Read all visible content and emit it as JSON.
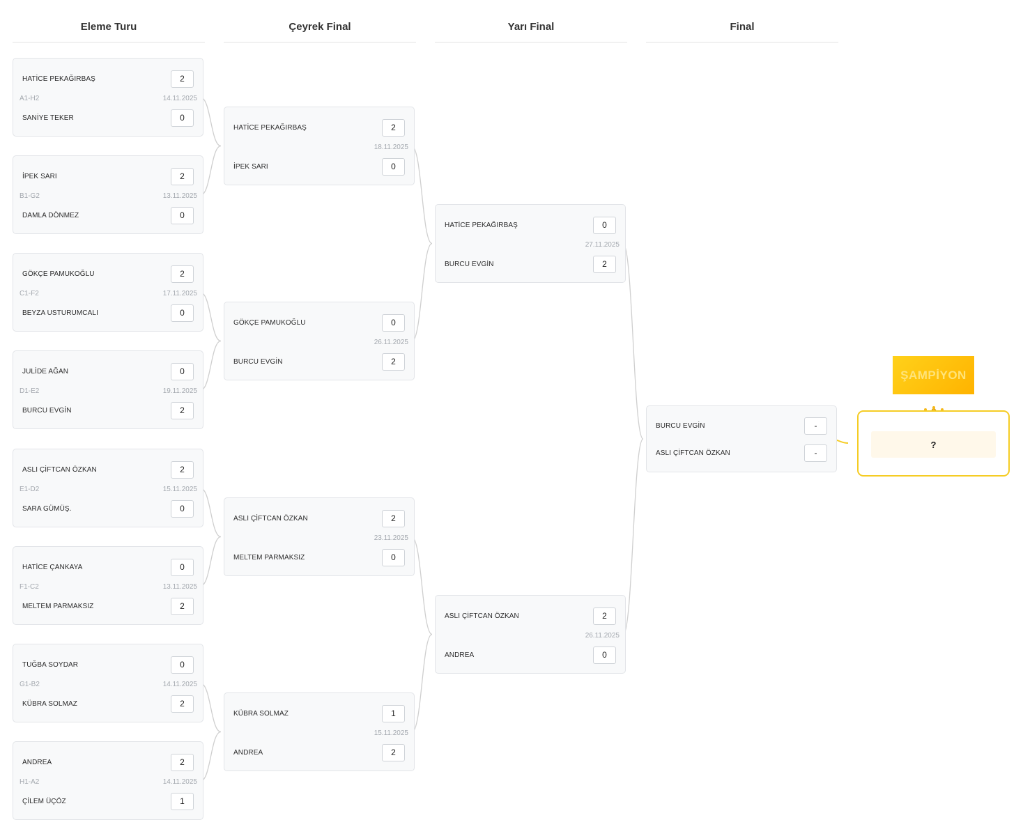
{
  "rounds": [
    "Eleme Turu",
    "Çeyrek Final",
    "Yarı Final",
    "Final"
  ],
  "matches": {
    "r1": [
      {
        "code": "A1-H2",
        "date": "14.11.2025",
        "p1": "HATİCE PEKAĞIRBAŞ",
        "s1": "2",
        "p2": "SANİYE TEKER",
        "s2": "0"
      },
      {
        "code": "B1-G2",
        "date": "13.11.2025",
        "p1": "İPEK SARI",
        "s1": "2",
        "p2": "DAMLA DÖNMEZ",
        "s2": "0"
      },
      {
        "code": "C1-F2",
        "date": "17.11.2025",
        "p1": "GÖKÇE PAMUKOĞLU",
        "s1": "2",
        "p2": "BEYZA USTURUMCALI",
        "s2": "0"
      },
      {
        "code": "D1-E2",
        "date": "19.11.2025",
        "p1": "JULİDE AĞAN",
        "s1": "0",
        "p2": "BURCU EVGİN",
        "s2": "2"
      },
      {
        "code": "E1-D2",
        "date": "15.11.2025",
        "p1": "ASLI ÇİFTCAN ÖZKAN",
        "s1": "2",
        "p2": "SARA GÜMÜŞ.",
        "s2": "0"
      },
      {
        "code": "F1-C2",
        "date": "13.11.2025",
        "p1": "HATİCE ÇANKAYA",
        "s1": "0",
        "p2": "MELTEM PARMAKSIZ",
        "s2": "2"
      },
      {
        "code": "G1-B2",
        "date": "14.11.2025",
        "p1": "TUĞBA SOYDAR",
        "s1": "0",
        "p2": "KÜBRA SOLMAZ",
        "s2": "2"
      },
      {
        "code": "H1-A2",
        "date": "14.11.2025",
        "p1": "ANDREA",
        "s1": "2",
        "p2": "ÇİLEM ÜÇÖZ",
        "s2": "1"
      }
    ],
    "r2": [
      {
        "code": "",
        "date": "18.11.2025",
        "p1": "HATİCE PEKAĞIRBAŞ",
        "s1": "2",
        "p2": "İPEK SARI",
        "s2": "0"
      },
      {
        "code": "",
        "date": "26.11.2025",
        "p1": "GÖKÇE PAMUKOĞLU",
        "s1": "0",
        "p2": "BURCU EVGİN",
        "s2": "2"
      },
      {
        "code": "",
        "date": "23.11.2025",
        "p1": "ASLI ÇİFTCAN ÖZKAN",
        "s1": "2",
        "p2": "MELTEM PARMAKSIZ",
        "s2": "0"
      },
      {
        "code": "",
        "date": "15.11.2025",
        "p1": "KÜBRA SOLMAZ",
        "s1": "1",
        "p2": "ANDREA",
        "s2": "2"
      }
    ],
    "r3": [
      {
        "code": "",
        "date": "27.11.2025",
        "p1": "HATİCE PEKAĞIRBAŞ",
        "s1": "0",
        "p2": "BURCU EVGİN",
        "s2": "2"
      },
      {
        "code": "",
        "date": "26.11.2025",
        "p1": "ASLI ÇİFTCAN ÖZKAN",
        "s1": "2",
        "p2": "ANDREA",
        "s2": "0"
      }
    ],
    "r4": [
      {
        "code": "",
        "date": "",
        "p1": "BURCU EVGİN",
        "s1": "-",
        "p2": "ASLI ÇİFTCAN ÖZKAN",
        "s2": "-"
      }
    ]
  },
  "champion": {
    "banner": "ŞAMPİYON",
    "name": "?",
    "icon": "crown-icon"
  },
  "colors": {
    "connector": "#cfcfcf",
    "champion_accent": "#f5cc24",
    "banner": "#ffbf00"
  }
}
